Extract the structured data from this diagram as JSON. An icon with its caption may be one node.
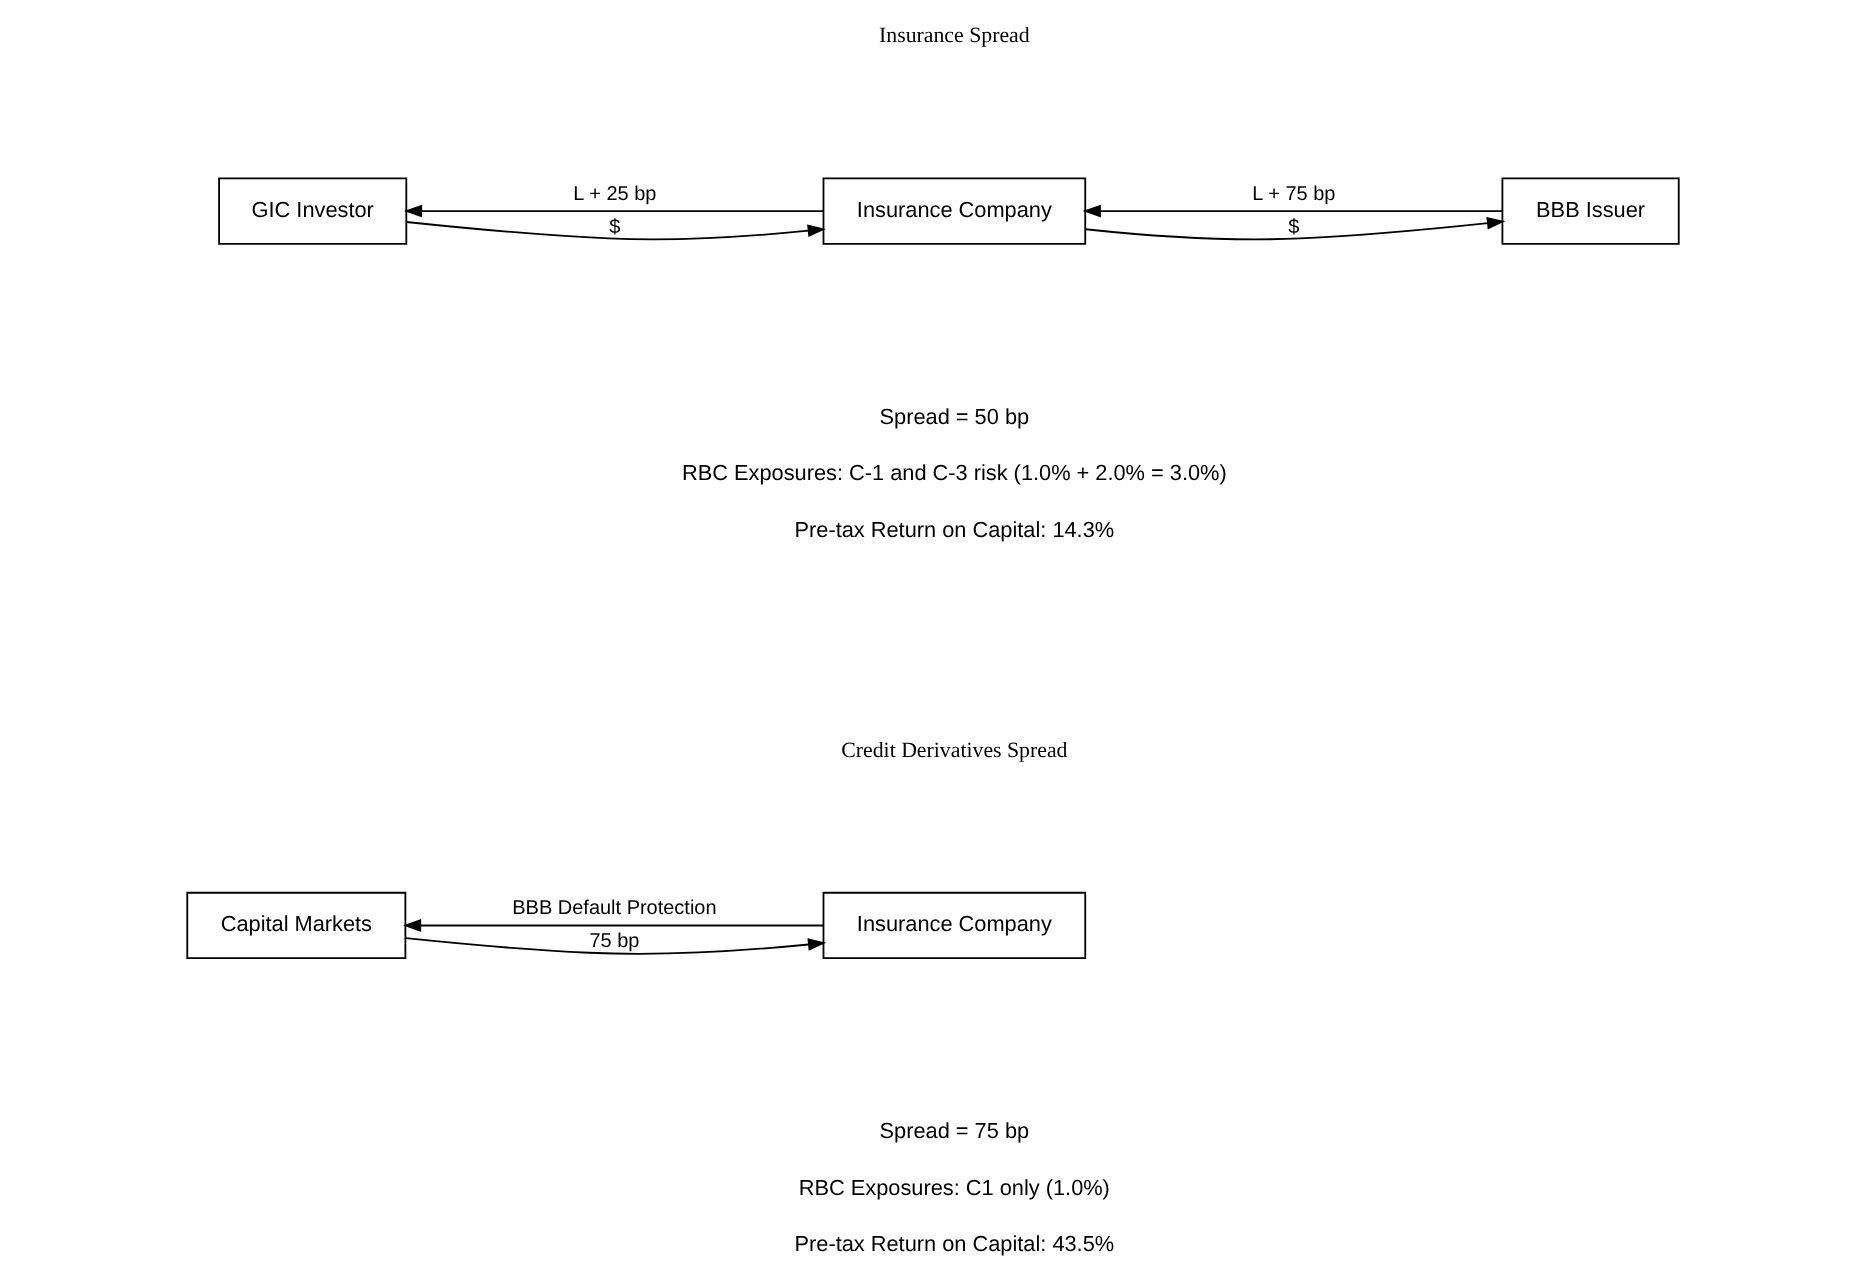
{
  "diagram": {
    "nodes": [
      {
        "text": [
          "GIC Investor"
        ]
      },
      {
        "text": [
          "Insurance Company"
        ]
      },
      {
        "text": [
          "BBB Issuer"
        ]
      },
      {
        "text": [
          "Insurance Company"
        ]
      },
      {
        "text": [
          "Capital Markets"
        ]
      }
    ],
    "edges": [
      {
        "from": 1,
        "to": 0,
        "arrow": "to",
        "label": "L + 25 bp"
      },
      {
        "from": 0,
        "to": 1,
        "arrow": "to",
        "label": "$"
      },
      {
        "from": 2,
        "to": 1,
        "arrow": "to",
        "label": "L + 75 bp"
      },
      {
        "from": 1,
        "to": 2,
        "arrow": "to",
        "label": "$"
      },
      {
        "from": 4,
        "to": 3,
        "arrow": "to",
        "label": "75 bp"
      },
      {
        "from": 3,
        "to": 4,
        "arrow": "to",
        "label": "BBB Default Protection"
      }
    ],
    "labels": [
      "Insurance Spread",
      "Spread = 50 bp",
      "RBC Exposures: C-1 and C-3 risk (1.0% + 2.0% = 3.0%)",
      "Pre-tax Return on Capital: 14.3%",
      "Credit Derivatives Spread",
      "Spread = 75 bp",
      "RBC Exposures: C1 only (1.0%)",
      "Pre-tax Return on Capital: 43.5%"
    ]
  }
}
